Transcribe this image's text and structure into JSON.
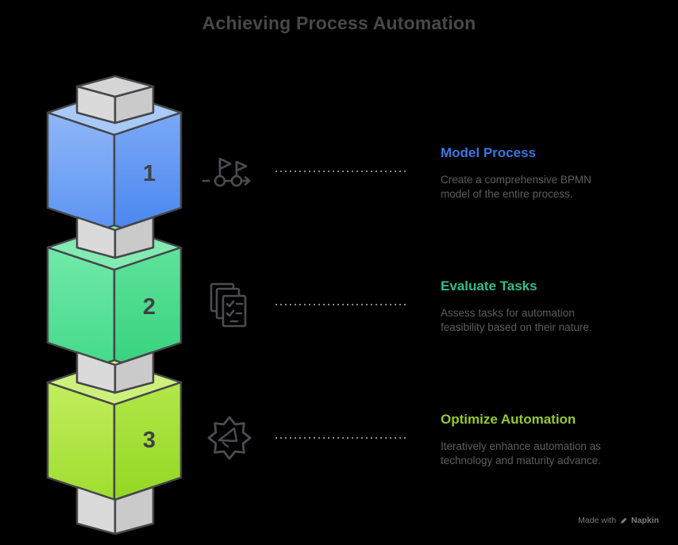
{
  "title": "Achieving Process Automation",
  "colors": {
    "background": "#000000",
    "title_text": "#48484A",
    "body_text": "#5E5E62",
    "cube_outline": "#46464A",
    "icon_stroke": "#4C4C52",
    "dotted_line": "#8A8A8A",
    "number_text": "#414145",
    "watermark_text": "#7B7B7B",
    "connector_cube": {
      "left": "#DADADA",
      "right": "#CACACA",
      "top": "#D5D5D5"
    },
    "step1_cube": {
      "top": "#A9CAF8",
      "left_gradient": [
        "#8FB6F6",
        "#5C94F3"
      ],
      "right_gradient": [
        "#7BA8F5",
        "#4A87F0"
      ]
    },
    "step2_cube": {
      "top": "#82EAB2",
      "left_gradient": [
        "#72E9A9",
        "#44DA8A"
      ],
      "right_gradient": [
        "#5FE29B",
        "#37D37E"
      ]
    },
    "step3_cube": {
      "top": "#CDF07C",
      "left_gradient": [
        "#C2EE5E",
        "#9FDD2F"
      ],
      "right_gradient": [
        "#B2E748",
        "#93D724"
      ]
    }
  },
  "steps": [
    {
      "number": "1",
      "heading": "Model Process",
      "accent": "#3B76E3",
      "desc": [
        "Create a comprehensive BPMN",
        "model of the entire process."
      ],
      "icon": "milestone-flags-icon"
    },
    {
      "number": "2",
      "heading": "Evaluate Tasks",
      "accent": "#31BE8B",
      "desc": [
        "Assess tasks for automation",
        "feasibility based on their nature."
      ],
      "icon": "checklist-pages-icon"
    },
    {
      "number": "3",
      "heading": "Optimize Automation",
      "accent": "#95C92F",
      "desc": [
        "Iteratively enhance automation as",
        "technology and maturity advance."
      ],
      "icon": "gear-optimize-icon"
    }
  ],
  "watermark": {
    "prefix": "Made with",
    "brand": "Napkin",
    "icon": "pen-icon"
  }
}
